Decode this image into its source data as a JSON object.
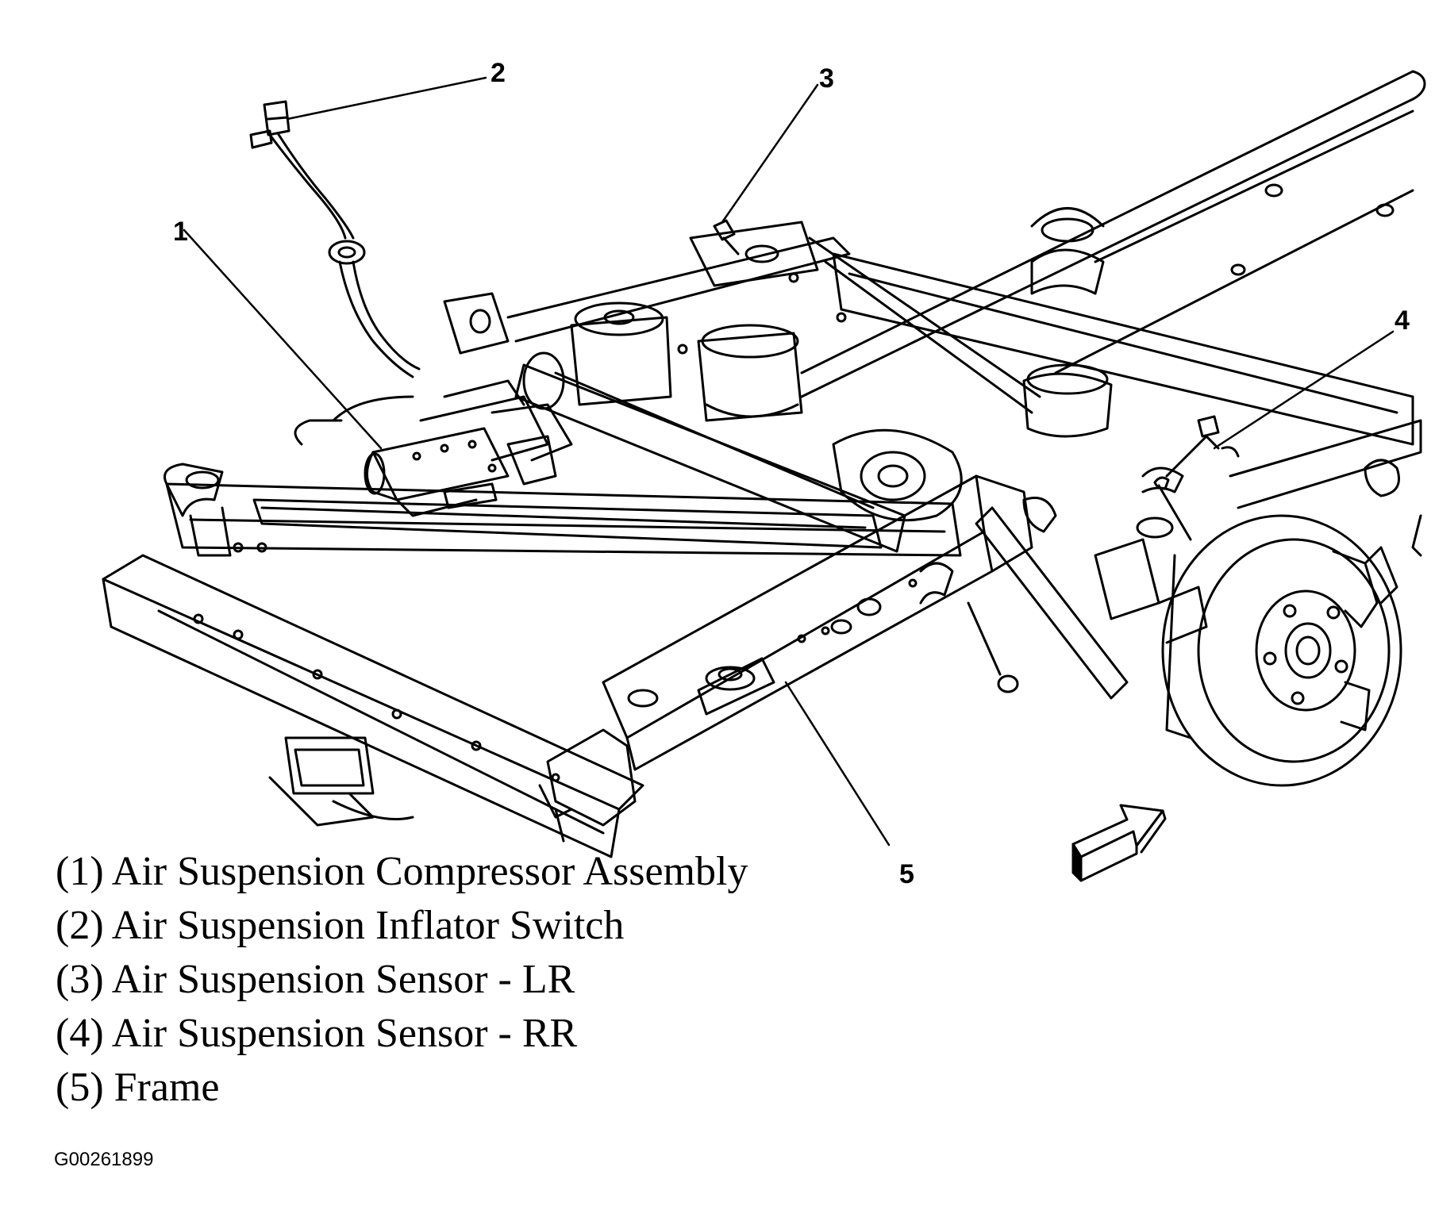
{
  "callouts": [
    {
      "number": "1",
      "target": "Air Suspension Compressor Assembly"
    },
    {
      "number": "2",
      "target": "Air Suspension Inflator Switch"
    },
    {
      "number": "3",
      "target": "Air Suspension Sensor - LR"
    },
    {
      "number": "4",
      "target": "Air Suspension Sensor - RR"
    },
    {
      "number": "5",
      "target": "Frame"
    }
  ],
  "legend": [
    "(1) Air Suspension Compressor Assembly",
    "(2) Air Suspension Inflator Switch",
    "(3) Air Suspension Sensor - LR",
    "(4) Air Suspension Sensor - RR",
    "(5) Frame"
  ],
  "figure_id": "G00261899",
  "icons": [
    "front-direction-arrow-icon"
  ]
}
